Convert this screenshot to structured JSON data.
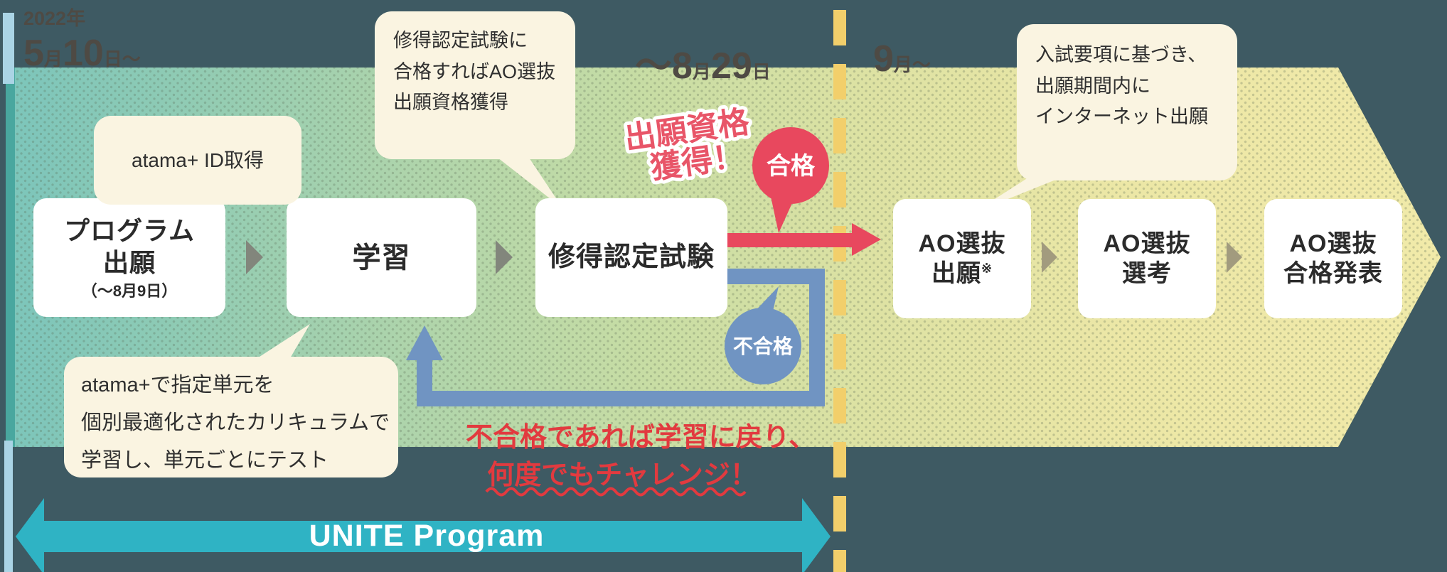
{
  "timeline": {
    "start": {
      "year": "2022",
      "year_suffix": "年",
      "day_big1": "5",
      "day_small1": "月",
      "day_big2": "10",
      "day_small2": "日〜"
    },
    "deadline": {
      "big1": "〜8",
      "small1": "月",
      "big2": "29",
      "small2": "日"
    },
    "september": {
      "big": "9",
      "small": "月〜"
    }
  },
  "steps": {
    "program_apply": {
      "l1": "プログラム",
      "l2": "出願",
      "l3": "（〜8月9日）"
    },
    "study": {
      "label": "学習"
    },
    "exam": {
      "label": "修得認定試験"
    },
    "ao_apply": {
      "l1": "AO選抜",
      "l2": "出願",
      "note": "※"
    },
    "ao_screening": {
      "l1": "AO選抜",
      "l2": "選考"
    },
    "ao_result": {
      "l1": "AO選抜",
      "l2": "合格発表"
    }
  },
  "bubbles": {
    "id_get": {
      "text": "atama+ ID取得"
    },
    "exam_pass": {
      "l1": "修得認定試験に",
      "l2": "合格すればAO選抜",
      "l3": "出願資格獲得"
    },
    "net_apply": {
      "l1": "入試要項に基づき、",
      "l2": "出願期間内に",
      "l3": "インターネット出願"
    },
    "atama_study": {
      "l1": "atama+で指定単元を",
      "l2": "個別最適化されたカリキュラムで",
      "l3": "学習し、単元ごとにテスト"
    }
  },
  "badges": {
    "pass": "合格",
    "fail": "不合格"
  },
  "callouts": {
    "qualify": {
      "l1": "出願資格",
      "l2": "獲得！"
    },
    "retry": {
      "l1": "不合格であれば学習に戻り、",
      "l2": "何度でもチャレンジ！"
    }
  },
  "program": {
    "label": "UNITE Program"
  },
  "colors": {
    "background": "#3e5a63",
    "accent_red": "#e8485e",
    "qualify_red": "#e85568",
    "retry_red": "#e23a3f",
    "accent_blue": "#7094c2",
    "program_teal": "#2fb3c4",
    "dashed_yellow": "#f2cf6b",
    "bubble_cream": "#faf4e1"
  }
}
